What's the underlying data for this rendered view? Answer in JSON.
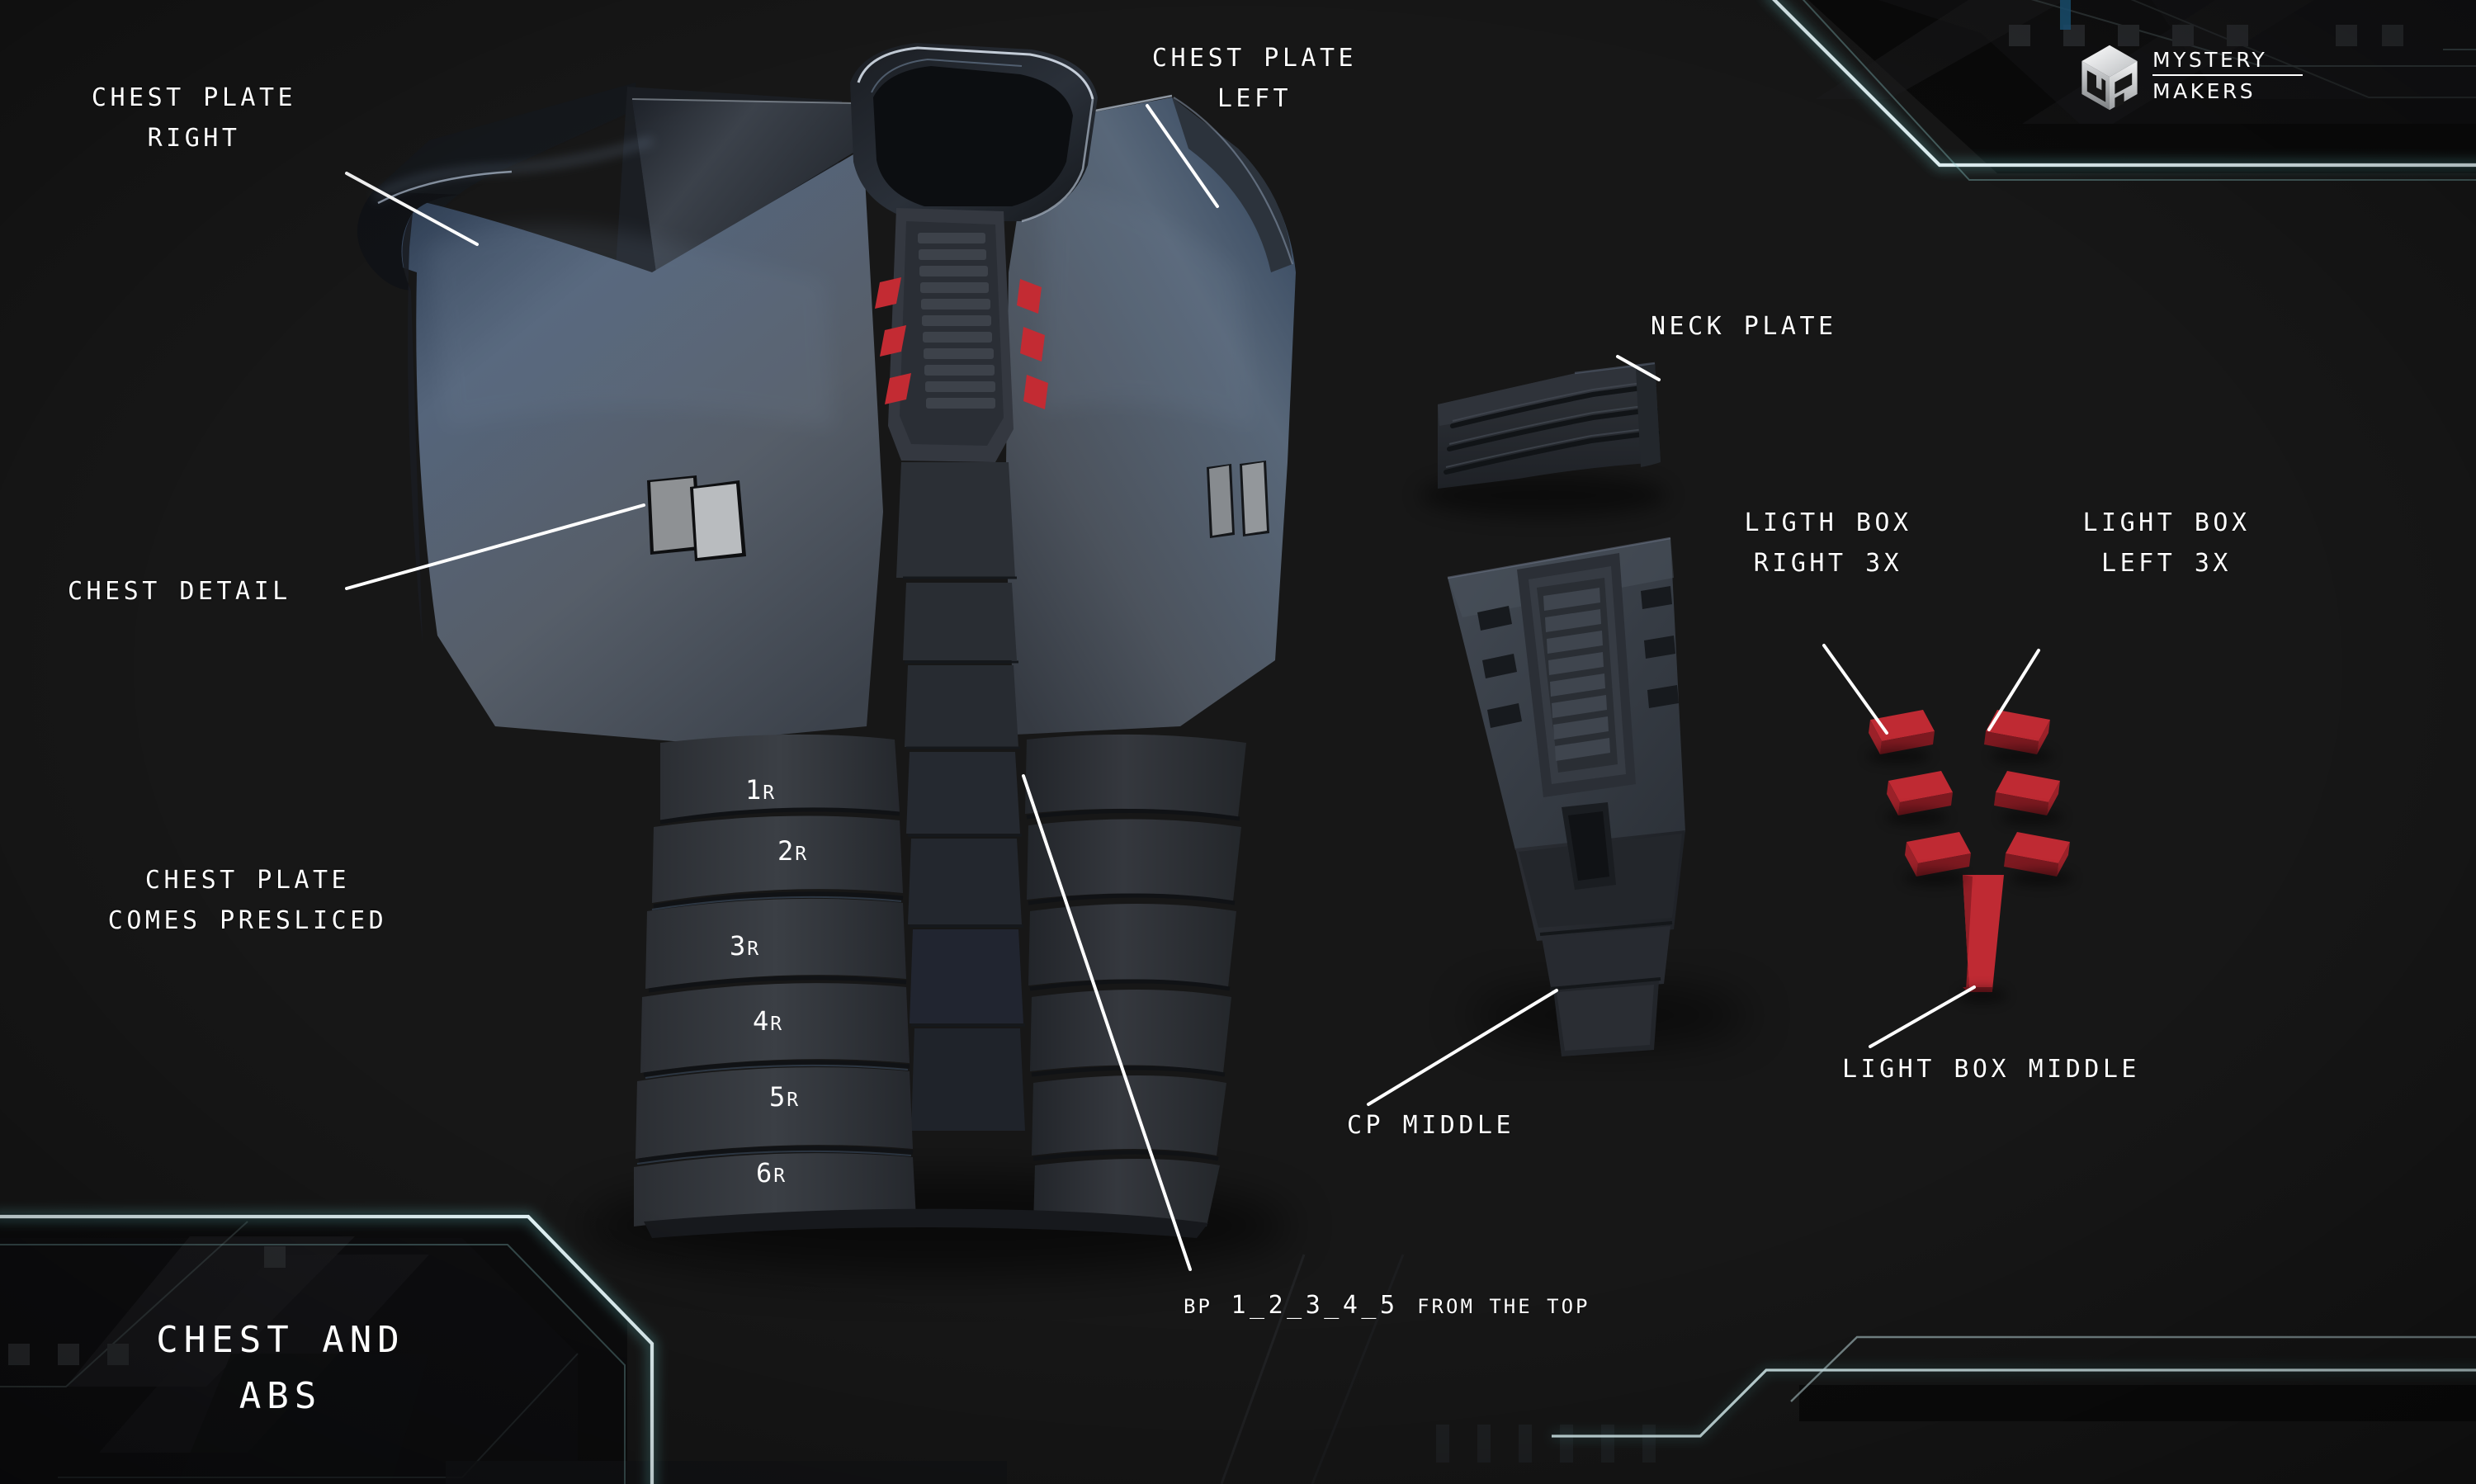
{
  "page": {
    "background_color": "#171717",
    "accent_color": "#B22630",
    "hud_line_color": "#ffffff",
    "hud_glow_color": "#6fd6d6"
  },
  "brand": {
    "name_line1": "MYSTERY",
    "name_line2": "MAKERS",
    "mark": "isometric-cube-logo"
  },
  "title_block": {
    "line1": "CHEST AND",
    "line2": "ABS"
  },
  "labels": [
    {
      "id": "chest-plate-right",
      "line1": "CHEST PLATE",
      "line2": "RIGHT"
    },
    {
      "id": "chest-plate-left",
      "line1": "CHEST PLATE",
      "line2": "LEFT"
    },
    {
      "id": "chest-detail",
      "line1": "CHEST DETAIL",
      "line2": ""
    },
    {
      "id": "chest-plate-presliced",
      "line1": "CHEST PLATE",
      "line2": "COMES PRESLICED"
    },
    {
      "id": "neck-plate",
      "line1": "NECK PLATE",
      "line2": ""
    },
    {
      "id": "light-box-right",
      "line1": "LIGTH BOX",
      "line2": "RIGHT 3X"
    },
    {
      "id": "light-box-left",
      "line1": "LIGHT BOX",
      "line2": "LEFT 3X"
    },
    {
      "id": "light-box-middle",
      "line1": "LIGHT BOX MIDDLE",
      "line2": ""
    },
    {
      "id": "cp-middle",
      "line1": "CP MIDDLE",
      "line2": ""
    }
  ],
  "bp_note": {
    "prefix": "BP",
    "body": " 1_2_3_4_5 ",
    "suffix": "FROM THE TOP"
  },
  "abs_segments": [
    {
      "num": "1",
      "suffix": "R"
    },
    {
      "num": "2",
      "suffix": "R"
    },
    {
      "num": "3",
      "suffix": "R"
    },
    {
      "num": "4",
      "suffix": "R"
    },
    {
      "num": "5",
      "suffix": "R"
    },
    {
      "num": "6",
      "suffix": "R"
    }
  ],
  "parts_count": {
    "light_box_right": "3X",
    "light_box_left": "3X"
  }
}
